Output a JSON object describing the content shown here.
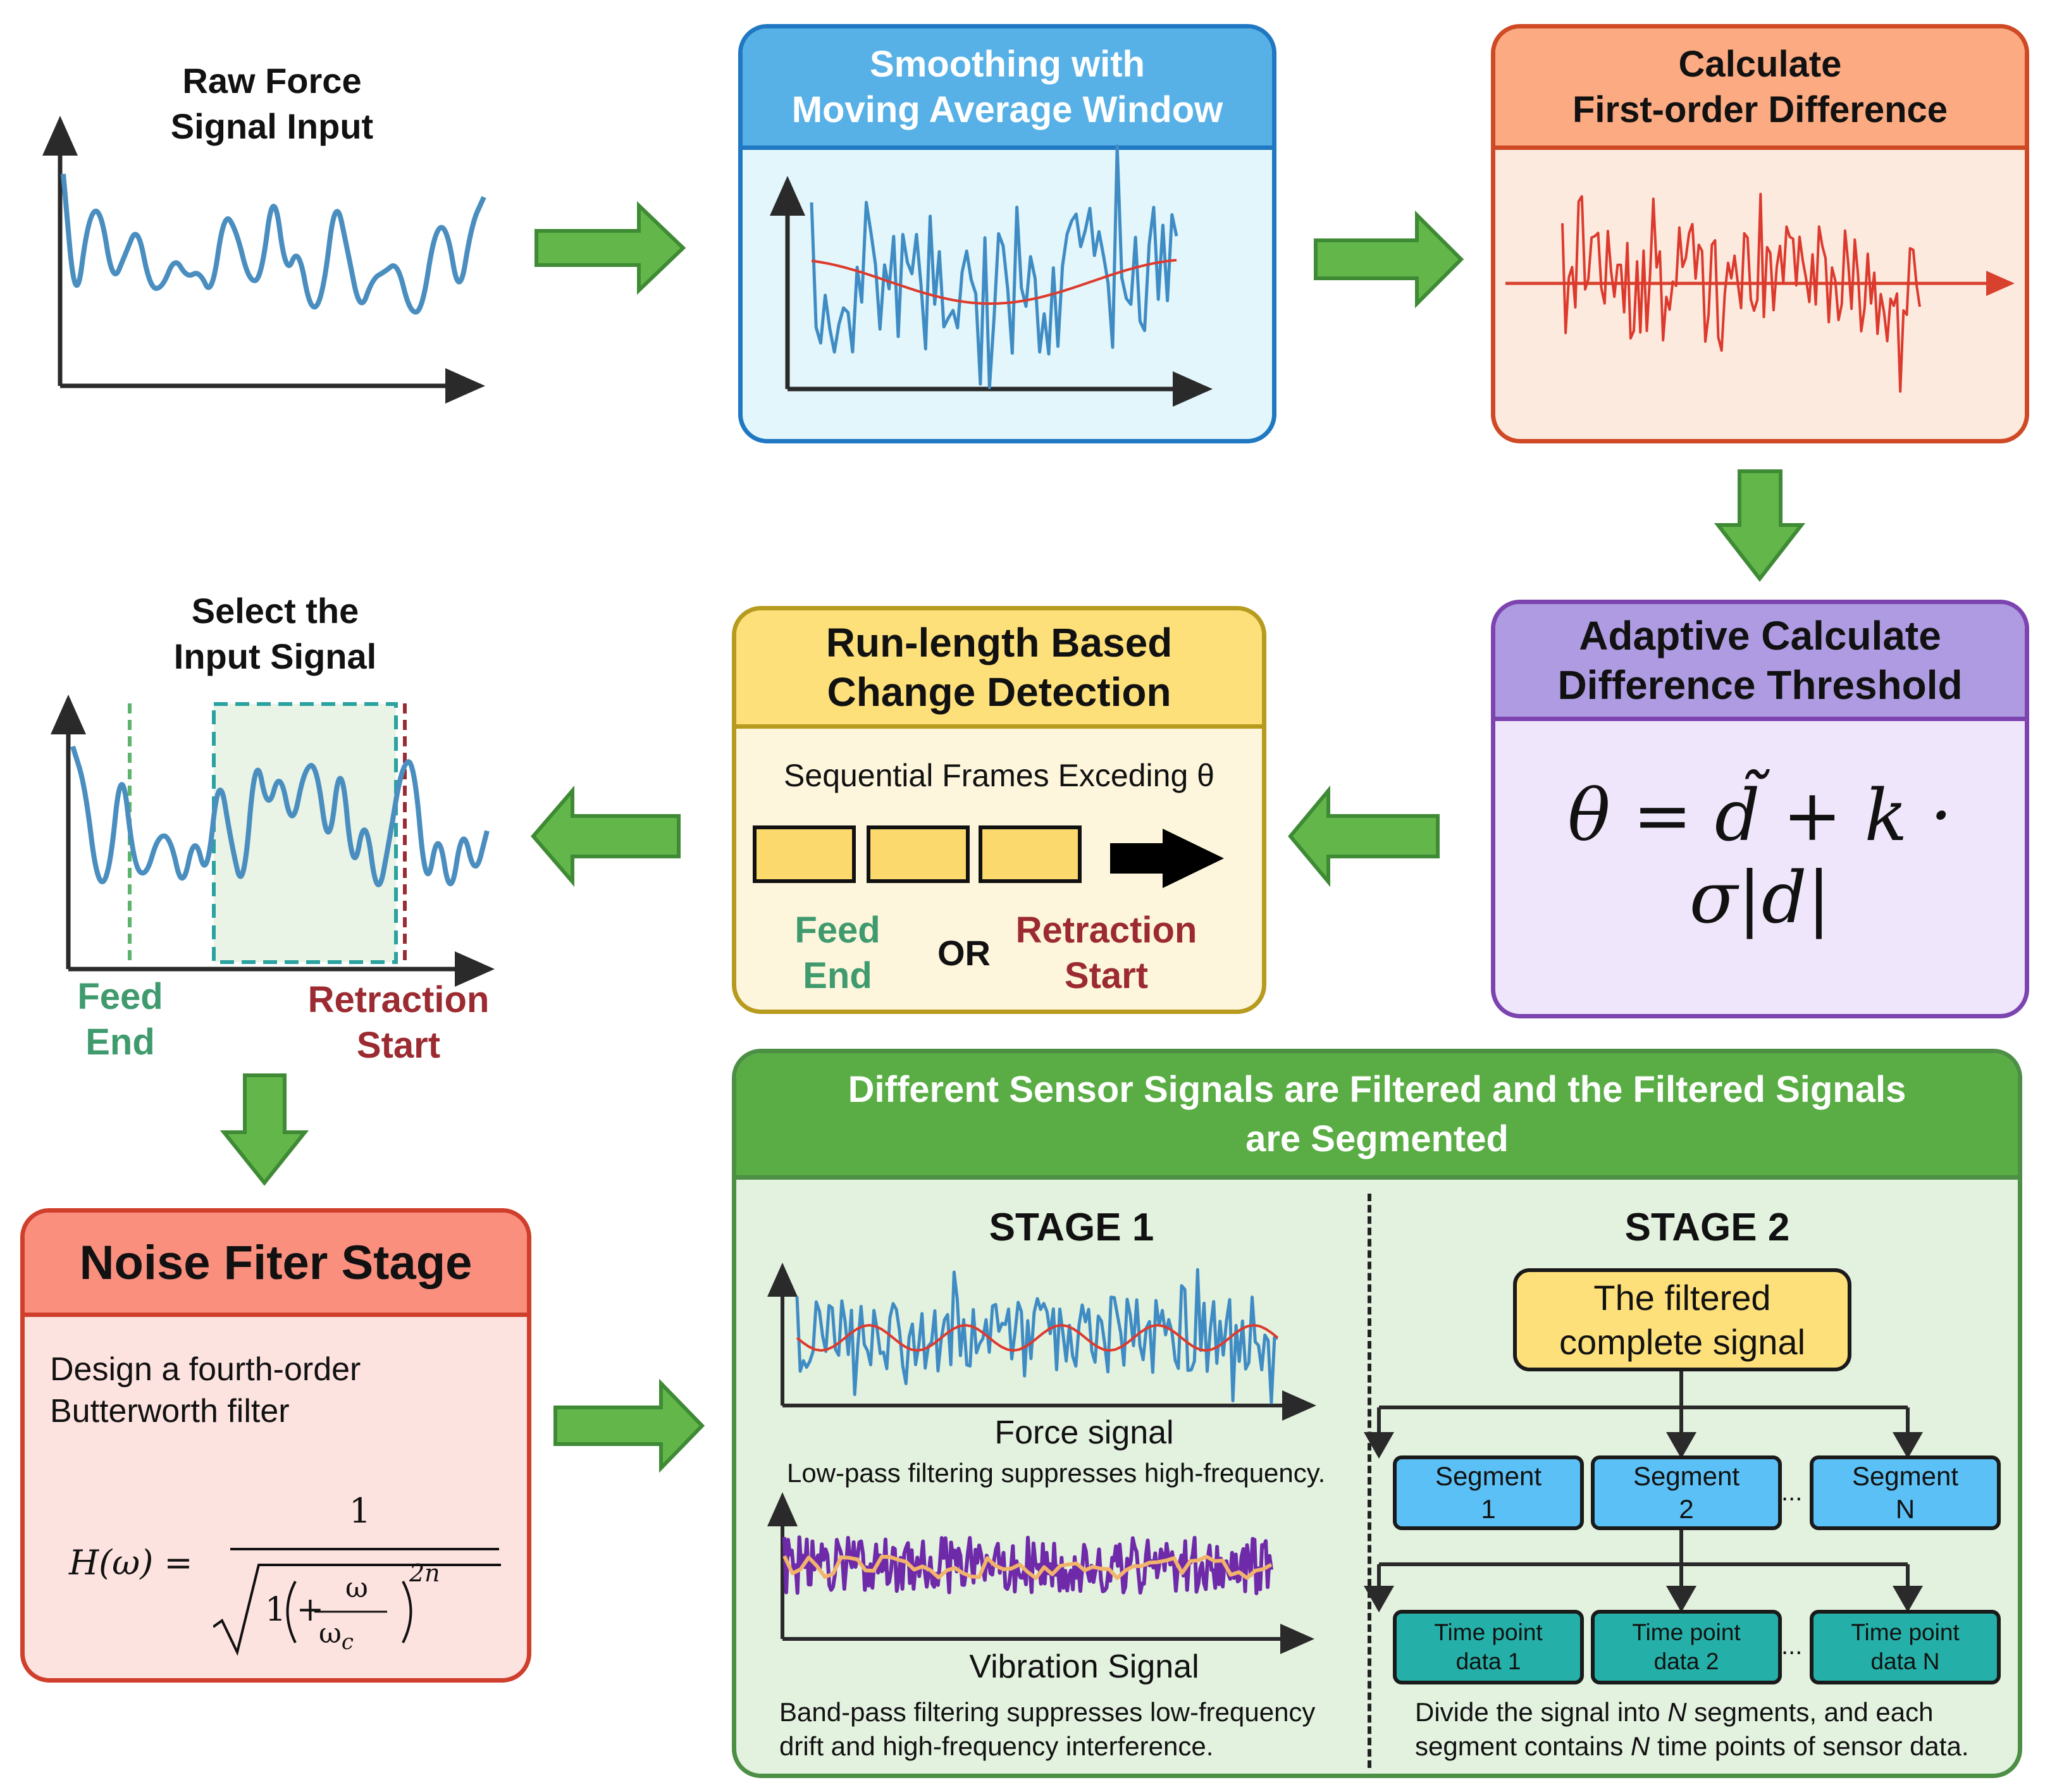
{
  "raw_input": {
    "title_l1": "Raw Force",
    "title_l2": "Signal Input"
  },
  "smoothing": {
    "title_l1": "Smoothing with",
    "title_l2": "Moving Average Window",
    "header_color": "#58b1e6",
    "body_color": "#e2f6fb",
    "border_color": "#1f78c1"
  },
  "difference": {
    "title_l1": "Calculate",
    "title_l2": "First-order Difference",
    "header_color": "#fbaa81",
    "body_color": "#fdeadf",
    "border_color": "#cf4a24"
  },
  "threshold": {
    "title_l1": "Adaptive Calculate",
    "title_l2": "Difference Threshold",
    "formula": "θ = d̃ + k · σ|d|",
    "header_color": "#ae9be1",
    "body_color": "#f0e6fb",
    "border_color": "#7d44b0"
  },
  "runlength": {
    "title_l1": "Run-length Based",
    "title_l2": "Change Detection",
    "frames_text": "Sequential Frames Exceding θ",
    "feed_l1": "Feed",
    "feed_l2": "End",
    "or_text": "OR",
    "retract_l1": "Retraction",
    "retract_l2": "Start",
    "header_color": "#fde07a",
    "body_color": "#fdf6dc",
    "border_color": "#b79b1f"
  },
  "select": {
    "title_l1": "Select the",
    "title_l2": "Input Signal",
    "feed_l1": "Feed",
    "feed_l2": "End",
    "retract_l1": "Retraction",
    "retract_l2": "Start"
  },
  "noise": {
    "title": "Noise Fiter Stage",
    "desc_l1": "Design a fourth-order",
    "desc_l2": "Butterworth filter",
    "formula_lhs": "H(ω) =",
    "formula_num": "1",
    "formula_one": "1 +",
    "formula_w": "ω",
    "formula_wc": "ω",
    "formula_c": "c",
    "formula_exp": "2n",
    "header_color": "#fa8f7e",
    "body_color": "#fde3e0",
    "border_color": "#cf3f2b"
  },
  "segmentation": {
    "title_l1": "Different Sensor Signals are Filtered and the Filtered Signals",
    "title_l2": "are Segmented",
    "header_color": "#59ad44",
    "body_color": "#e3f1df",
    "border_color": "#4c8f45",
    "stage1": {
      "title": "STAGE 1",
      "force_label": "Force signal",
      "force_desc": "Low-pass filtering suppresses high-frequency.",
      "vib_label": "Vibration Signal",
      "vib_desc_l1": "Band-pass filtering suppresses low-frequency",
      "vib_desc_l2": "drift and high-frequency interference."
    },
    "stage2": {
      "title": "STAGE 2",
      "root_l1": "The filtered",
      "root_l2": "complete signal",
      "segments": [
        {
          "l1": "Segment",
          "l2": "1"
        },
        {
          "l1": "Segment",
          "l2": "2"
        },
        {
          "l1": "Segment",
          "l2": "N"
        }
      ],
      "timepoints": [
        {
          "l1": "Time point",
          "l2": "data 1"
        },
        {
          "l1": "Time point",
          "l2": "data 2"
        },
        {
          "l1": "Time point",
          "l2": "data N"
        }
      ],
      "ellipsis": "...",
      "desc_a": "Divide the signal into ",
      "desc_n1": "N",
      "desc_b": " segments, and each",
      "desc_c": "segment contains ",
      "desc_n2": "N",
      "desc_d": " time points of sensor data."
    }
  },
  "colors": {
    "arrow_green": "#63b74a",
    "arrow_green_dark": "#3f8a35",
    "signal_blue": "#4a8ec0",
    "trend_red": "#dd3a2e",
    "feed_green": "#3f9a6e",
    "retract_red": "#9b2a31",
    "vib_purple": "#6e2aa8",
    "vib_orange": "#f2b36b"
  },
  "icons": [
    "flow-arrow-right",
    "flow-arrow-down",
    "flow-arrow-left",
    "bold-black-arrow"
  ]
}
